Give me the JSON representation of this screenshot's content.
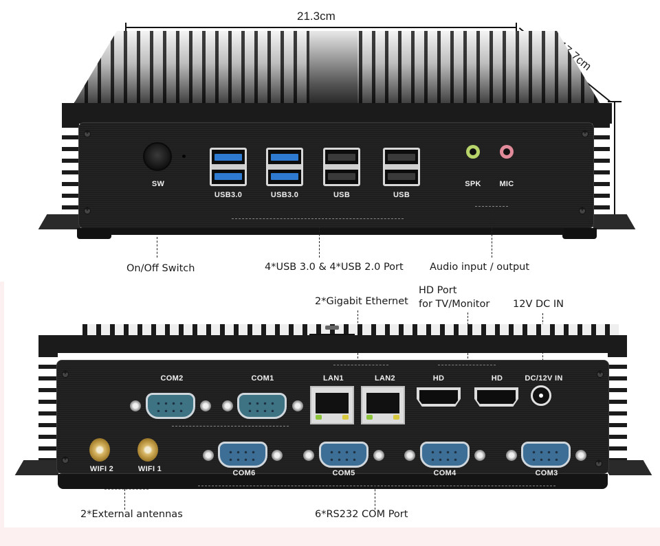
{
  "dimensions": {
    "width": "21.3cm",
    "depth": "17.7cm"
  },
  "front_panel": {
    "ports": [
      {
        "id": "sw",
        "label": "SW",
        "type": "power-switch"
      },
      {
        "id": "usb3-a",
        "label": "USB3.0",
        "type": "usb3-dual",
        "color": "#2f7ad1"
      },
      {
        "id": "usb3-b",
        "label": "USB3.0",
        "type": "usb3-dual",
        "color": "#2f7ad1"
      },
      {
        "id": "usb2-a",
        "label": "USB",
        "type": "usb2-dual"
      },
      {
        "id": "usb2-b",
        "label": "USB",
        "type": "usb2-dual"
      },
      {
        "id": "spk",
        "label": "SPK",
        "type": "audio-jack",
        "color": "#b6d46a"
      },
      {
        "id": "mic",
        "label": "MIC",
        "type": "audio-jack",
        "color": "#e08a9a"
      }
    ],
    "callouts": {
      "power": "On/Off Switch",
      "usb": "4*USB 3.0 & 4*USB 2.0 Port",
      "audio": "Audio input / output"
    }
  },
  "rear_panel": {
    "ports_top_row": [
      {
        "id": "com2",
        "label": "COM2",
        "type": "db9"
      },
      {
        "id": "com1",
        "label": "COM1",
        "type": "db9"
      },
      {
        "id": "lan1",
        "label": "LAN1",
        "type": "rj45"
      },
      {
        "id": "lan2",
        "label": "LAN2",
        "type": "rj45"
      },
      {
        "id": "hd1",
        "label": "HD",
        "type": "hdmi"
      },
      {
        "id": "hd2",
        "label": "HD",
        "type": "hdmi"
      },
      {
        "id": "dc",
        "label": "DC/12V IN",
        "type": "dc-jack"
      }
    ],
    "ports_bottom_row": [
      {
        "id": "wifi2",
        "label": "WIFI 2",
        "type": "sma-antenna"
      },
      {
        "id": "wifi1",
        "label": "WIFI 1",
        "type": "sma-antenna"
      },
      {
        "id": "com6",
        "label": "COM6",
        "type": "db9"
      },
      {
        "id": "com5",
        "label": "COM5",
        "type": "db9"
      },
      {
        "id": "com4",
        "label": "COM4",
        "type": "db9"
      },
      {
        "id": "com3",
        "label": "COM3",
        "type": "db9"
      }
    ],
    "callouts": {
      "ethernet": "2*Gigabit Ethernet",
      "hd_line1": "HD Port",
      "hd_line2": "for TV/Monitor",
      "dc": "12V DC IN",
      "antennas": "2*External antennas",
      "com": "6*RS232 COM Port"
    }
  },
  "colors": {
    "chassis": "#1b1b1b",
    "usb3_blue": "#2f7ad1",
    "db9_blue": "#3d6e96",
    "background_pink": "#fdf0f0"
  }
}
